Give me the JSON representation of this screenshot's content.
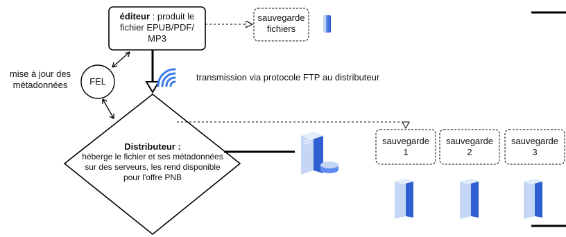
{
  "editeur": {
    "title": "éditeur",
    "line1_rest": " : produit le",
    "line2": "fichier EPUB/PDF/",
    "line3": "MP3"
  },
  "sauvegarde_fichiers": {
    "line1": "sauvegarde",
    "line2": "fichiers"
  },
  "fel": {
    "label": "FEL"
  },
  "metadata_update": {
    "line1": "mise à jour des",
    "line2": "métadonnées"
  },
  "transmission": {
    "text": "transmission via protocole FTP au distributeur"
  },
  "distributeur": {
    "title": "Distributeur :",
    "line1": "héberge le fichier et ses métadonnées",
    "line2": "sur des serveurs, les rend disponible",
    "line3": "pour l'offre PNB"
  },
  "sauvegardes": [
    {
      "line1": "sauvegarde",
      "line2": "1"
    },
    {
      "line1": "sauvegarde",
      "line2": "2"
    },
    {
      "line1": "sauvegarde",
      "line2": "3"
    }
  ],
  "colors": {
    "server_light": "#c5d6f5",
    "server_mid": "#5f8df0",
    "server_dark": "#2f5fd0",
    "wifi": "#3b7be8"
  }
}
